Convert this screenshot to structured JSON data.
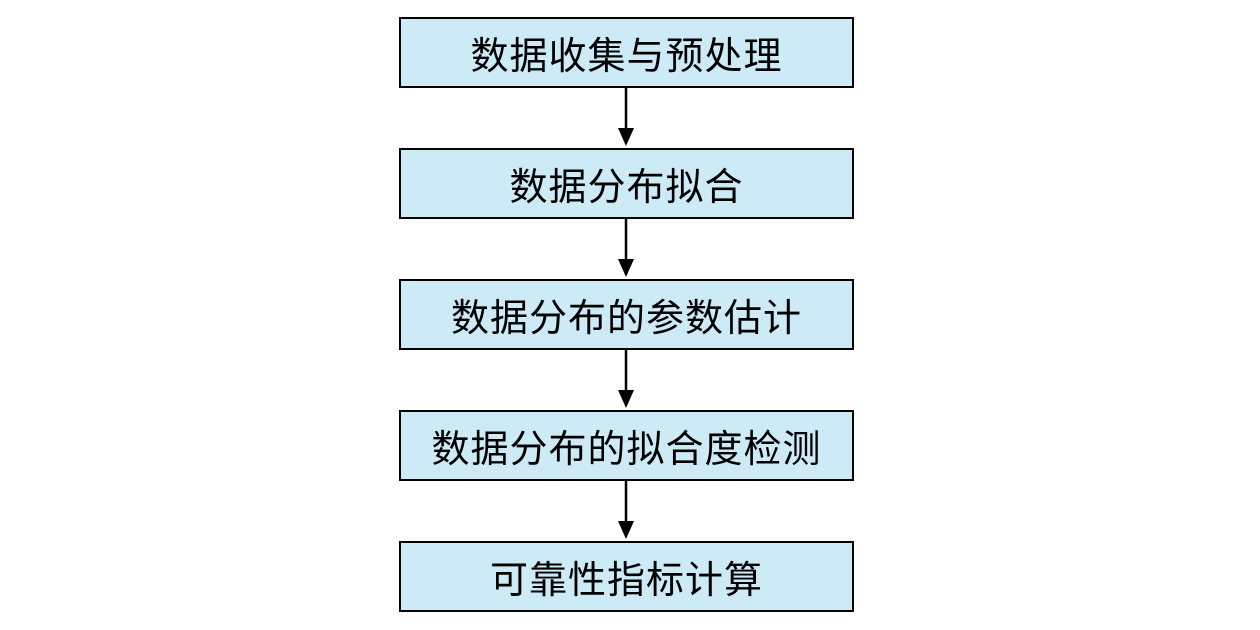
{
  "flowchart": {
    "steps": [
      {
        "label": "数据收集与预处理"
      },
      {
        "label": "数据分布拟合"
      },
      {
        "label": "数据分布的参数估计"
      },
      {
        "label": "数据分布的拟合度检测"
      },
      {
        "label": "可靠性指标计算"
      }
    ]
  },
  "colors": {
    "box_fill": "#cdebf6",
    "border": "#000000",
    "text": "#000000"
  }
}
